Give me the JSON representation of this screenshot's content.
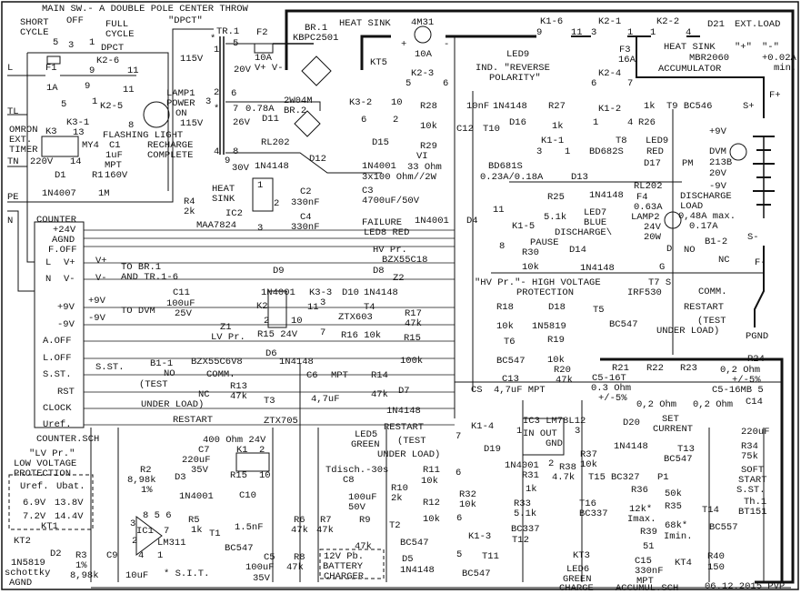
{
  "top_left": [
    "MAIN SW.- A DOUBLE POLE CENTER THROW",
    "SHORT",
    "CYCLE",
    "OFF",
    "FULL",
    "CYCLE",
    "\"DPCT\"",
    "5",
    "3",
    "1",
    "DPCT",
    "L",
    "F1",
    "1A",
    "K2-6",
    "9",
    "11",
    "9",
    "11",
    "5",
    "1",
    "K2-5",
    "TL",
    "K3-1",
    "OMRON",
    "K3",
    "EXT.",
    "TIMER",
    "TN",
    "220V",
    "13",
    "MY4",
    "14",
    "8",
    "FLASHING LIGHT",
    "C1",
    "1uF",
    "MPT",
    "160V",
    "RECHARGE",
    "COMPLETE",
    "LAMP1",
    "POWER",
    "ON",
    "D1",
    "R1",
    "1N4007",
    "1M",
    "PE",
    "N"
  ],
  "top_mid": [
    "TR.1",
    "115V",
    "115V",
    "1",
    "2",
    "3",
    "4",
    "5",
    "6",
    "7",
    "8",
    "9",
    "*",
    "*",
    "F2",
    "10A",
    "20V",
    "V+ V-",
    "BR.1",
    "KBPC2501",
    "HEAT SINK",
    "KT5",
    "4M31",
    "10A",
    "+",
    "-",
    "2W04M",
    "0.78A",
    "BR.2",
    "26V",
    "D11",
    "RL202",
    "K3-2",
    "10",
    "6",
    "2",
    "D15",
    "1N4001",
    "D12",
    "1N4148",
    "30V",
    "3x100 Ohm//2W",
    "C3",
    "4700uF/50V",
    "HEAT",
    "SINK",
    "IC2",
    "MAA7824",
    "R4",
    "2k",
    "C2",
    "330nF",
    "C4",
    "330nF",
    "1",
    "2",
    "3"
  ],
  "top_right": [
    "K1-6",
    "9",
    "11",
    "K2-1",
    "3",
    "1",
    "K2-2",
    "1",
    "4",
    "D21",
    "EXT.LOAD",
    "\"+\"",
    "\"-\"",
    "+0.02A",
    "min.",
    "LED9",
    "IND. \"REVERSE",
    "POLARITY\"",
    "K2-3",
    "5",
    "6",
    "F3",
    "16A",
    "HEAT SINK",
    "MBR2060",
    "ACCUMULATOR",
    "K2-4",
    "6",
    "7",
    "F+",
    "S+",
    "R28",
    "10k",
    "10nF",
    "1N4148",
    "R27",
    "1k",
    "C12",
    "T10",
    "D16",
    "K1-1",
    "3",
    "1",
    "BD681S",
    "R29",
    "VI",
    "33 Ohm",
    "K1-2",
    "1",
    "4",
    "1k",
    "R26",
    "T9 BC546",
    "T8",
    "BD682S",
    "LED9",
    "RED",
    "D17",
    "RL202",
    "PM",
    "+9V",
    "DVM",
    "213B",
    "20V",
    "-9V",
    "0.23A/0.18A",
    "D13",
    "1N4148"
  ],
  "mid_right": [
    "R25",
    "5.1k",
    "F4",
    "0.63A",
    "DISCHARGE",
    "LOAD",
    "0,48A max.",
    "0.17A",
    "LAMP2",
    "24V",
    "20W",
    "LED7",
    "BLUE",
    "DISCHARGE\\",
    "11",
    "D4",
    "K1-5",
    "8",
    "PAUSE",
    "R30",
    "D14",
    "10k",
    "1N4148",
    "D",
    "NO",
    "B1-2",
    "NC",
    "G",
    "T7 S",
    "IRF530",
    "COMM.",
    "S-",
    "F-",
    "PGND",
    "RESTART",
    "(TEST",
    "UNDER LOAD)",
    "\"HV Pr.\"- HIGH VOLTAGE",
    "PROTECTION",
    "R18",
    "10k",
    "D18",
    "1N5819",
    "T5",
    "BC547",
    "R19",
    "10k",
    "T6",
    "BC547",
    "R20",
    "47k",
    "R21",
    "R22",
    "R23",
    "R24",
    "0,2 Ohm",
    "+/-5%",
    "C5-16T",
    "0.3 Ohm",
    "+/-5%",
    "C5-16MB 5",
    "0,2 Ohm",
    "0,2 Ohm",
    "C14",
    "220uF",
    "C13",
    "4,7uF MPT",
    "CS"
  ],
  "bottom_right": [
    "IC3 LM78L12",
    "IN OUT",
    "1",
    "3",
    "2",
    "D20",
    "SET",
    "CURRENT",
    "1N4148",
    "T13",
    "BC547",
    "R34",
    "75k",
    "SOFT",
    "START",
    "S.ST.",
    "K1-4",
    "D19",
    "1N4001",
    "R31",
    "1k",
    "R37",
    "10k",
    "R38",
    "4.7k",
    "T15",
    "BC327",
    "P1",
    "50k",
    "R36",
    "R35",
    "12k*",
    "Imax.",
    "68k*",
    "Imin.",
    "T14",
    "BC557",
    "Th.1",
    "BT151",
    "T16",
    "BC337",
    "R32",
    "10k",
    "R33",
    "5.1k",
    "6",
    "K1-3",
    "5",
    "BC337",
    "T12",
    "T11",
    "BC547",
    "KT3",
    "LED6",
    "GREEN",
    "C15",
    "330nF",
    "MPT",
    "R39",
    "51",
    "KT4",
    "R40",
    "150",
    "CHARGE",
    "ACCUMUL.SCH",
    "06.12.2015 PVP",
    "7",
    "6",
    "GND"
  ],
  "counter": [
    "COUNTER",
    "+24V",
    "AGND",
    "F.OFF",
    "L",
    "V+",
    "N",
    "V-",
    "+9V",
    "-9V",
    "A.OFF",
    "L.OFF",
    "S.ST.",
    "RST",
    "CLOCK",
    "Uref.",
    "COUNTER.SCH",
    "V+",
    "V-",
    "TO BR.1",
    "AND TR.1-6",
    "+9V",
    "-9V",
    "TO DVM",
    "S.ST."
  ],
  "middle": [
    "C11",
    "100uF",
    "25V",
    "D9",
    "1N4001",
    "K2",
    "2",
    "10",
    "R15 24V",
    "K3-3",
    "3",
    "11",
    "7",
    "D10",
    "D8",
    "1N4148",
    "Z2",
    "HV Pr.",
    "BZX55C18",
    "T4",
    "ZTX603",
    "R17",
    "47k",
    "R16 10k",
    "R15",
    "100k",
    "FAILURE",
    "LED8 RED",
    "1N4001",
    "Z1",
    "LV Pr.",
    "BZX55C6V8",
    "D6",
    "1N4148",
    "B1-1",
    "NO",
    "COMM.",
    "(TEST",
    "NC",
    "UNDER LOAD)",
    "RESTART",
    "R13",
    "47k",
    "T3",
    "ZTX705",
    "C6",
    "MPT",
    "4,7uF",
    "R14",
    "47k",
    "D7",
    "1N4148"
  ],
  "bottom_left": [
    "400 Ohm 24V",
    "K1",
    "2",
    "C7",
    "220uF",
    "35V",
    "R15",
    "10",
    "D3",
    "1N4001",
    "C10",
    "R5",
    "1k",
    "1.5nF",
    "T1",
    "BC547",
    "C5",
    "100uF",
    "35V",
    "R8",
    "47k",
    "R6",
    "47k",
    "R7",
    "47k",
    "R9",
    "47k",
    "12V Pb.",
    "BATTERY",
    "CHARGER",
    "LED5",
    "GREEN",
    "RESTART",
    "(TEST",
    "UNDER LOAD)",
    "Tdisch.-30s",
    "C8",
    "100uF",
    "50V",
    "R11",
    "10k",
    "R10",
    "2k",
    "R12",
    "10k",
    "T2",
    "BC547",
    "D5",
    "1N4148",
    "\"LV Pr.\"",
    "LOW VOLTAGE",
    "PROTECTION",
    "Uref.",
    "Ubat.",
    "6.9V",
    "13.8V",
    "7.2V",
    "14.4V",
    "KT1",
    "KT2",
    "D2",
    "1N5819",
    "schottky",
    "AGND",
    "R3",
    "1%",
    "8,98k",
    "C9",
    "10uF",
    "R2",
    "8,98k",
    "1%",
    "IC1",
    "LM311",
    "3",
    "2",
    "4",
    "1",
    "7",
    "8 5 6",
    "* S.I.T."
  ],
  "colors": {
    "ink": "#111111",
    "background": "#ffffff"
  }
}
